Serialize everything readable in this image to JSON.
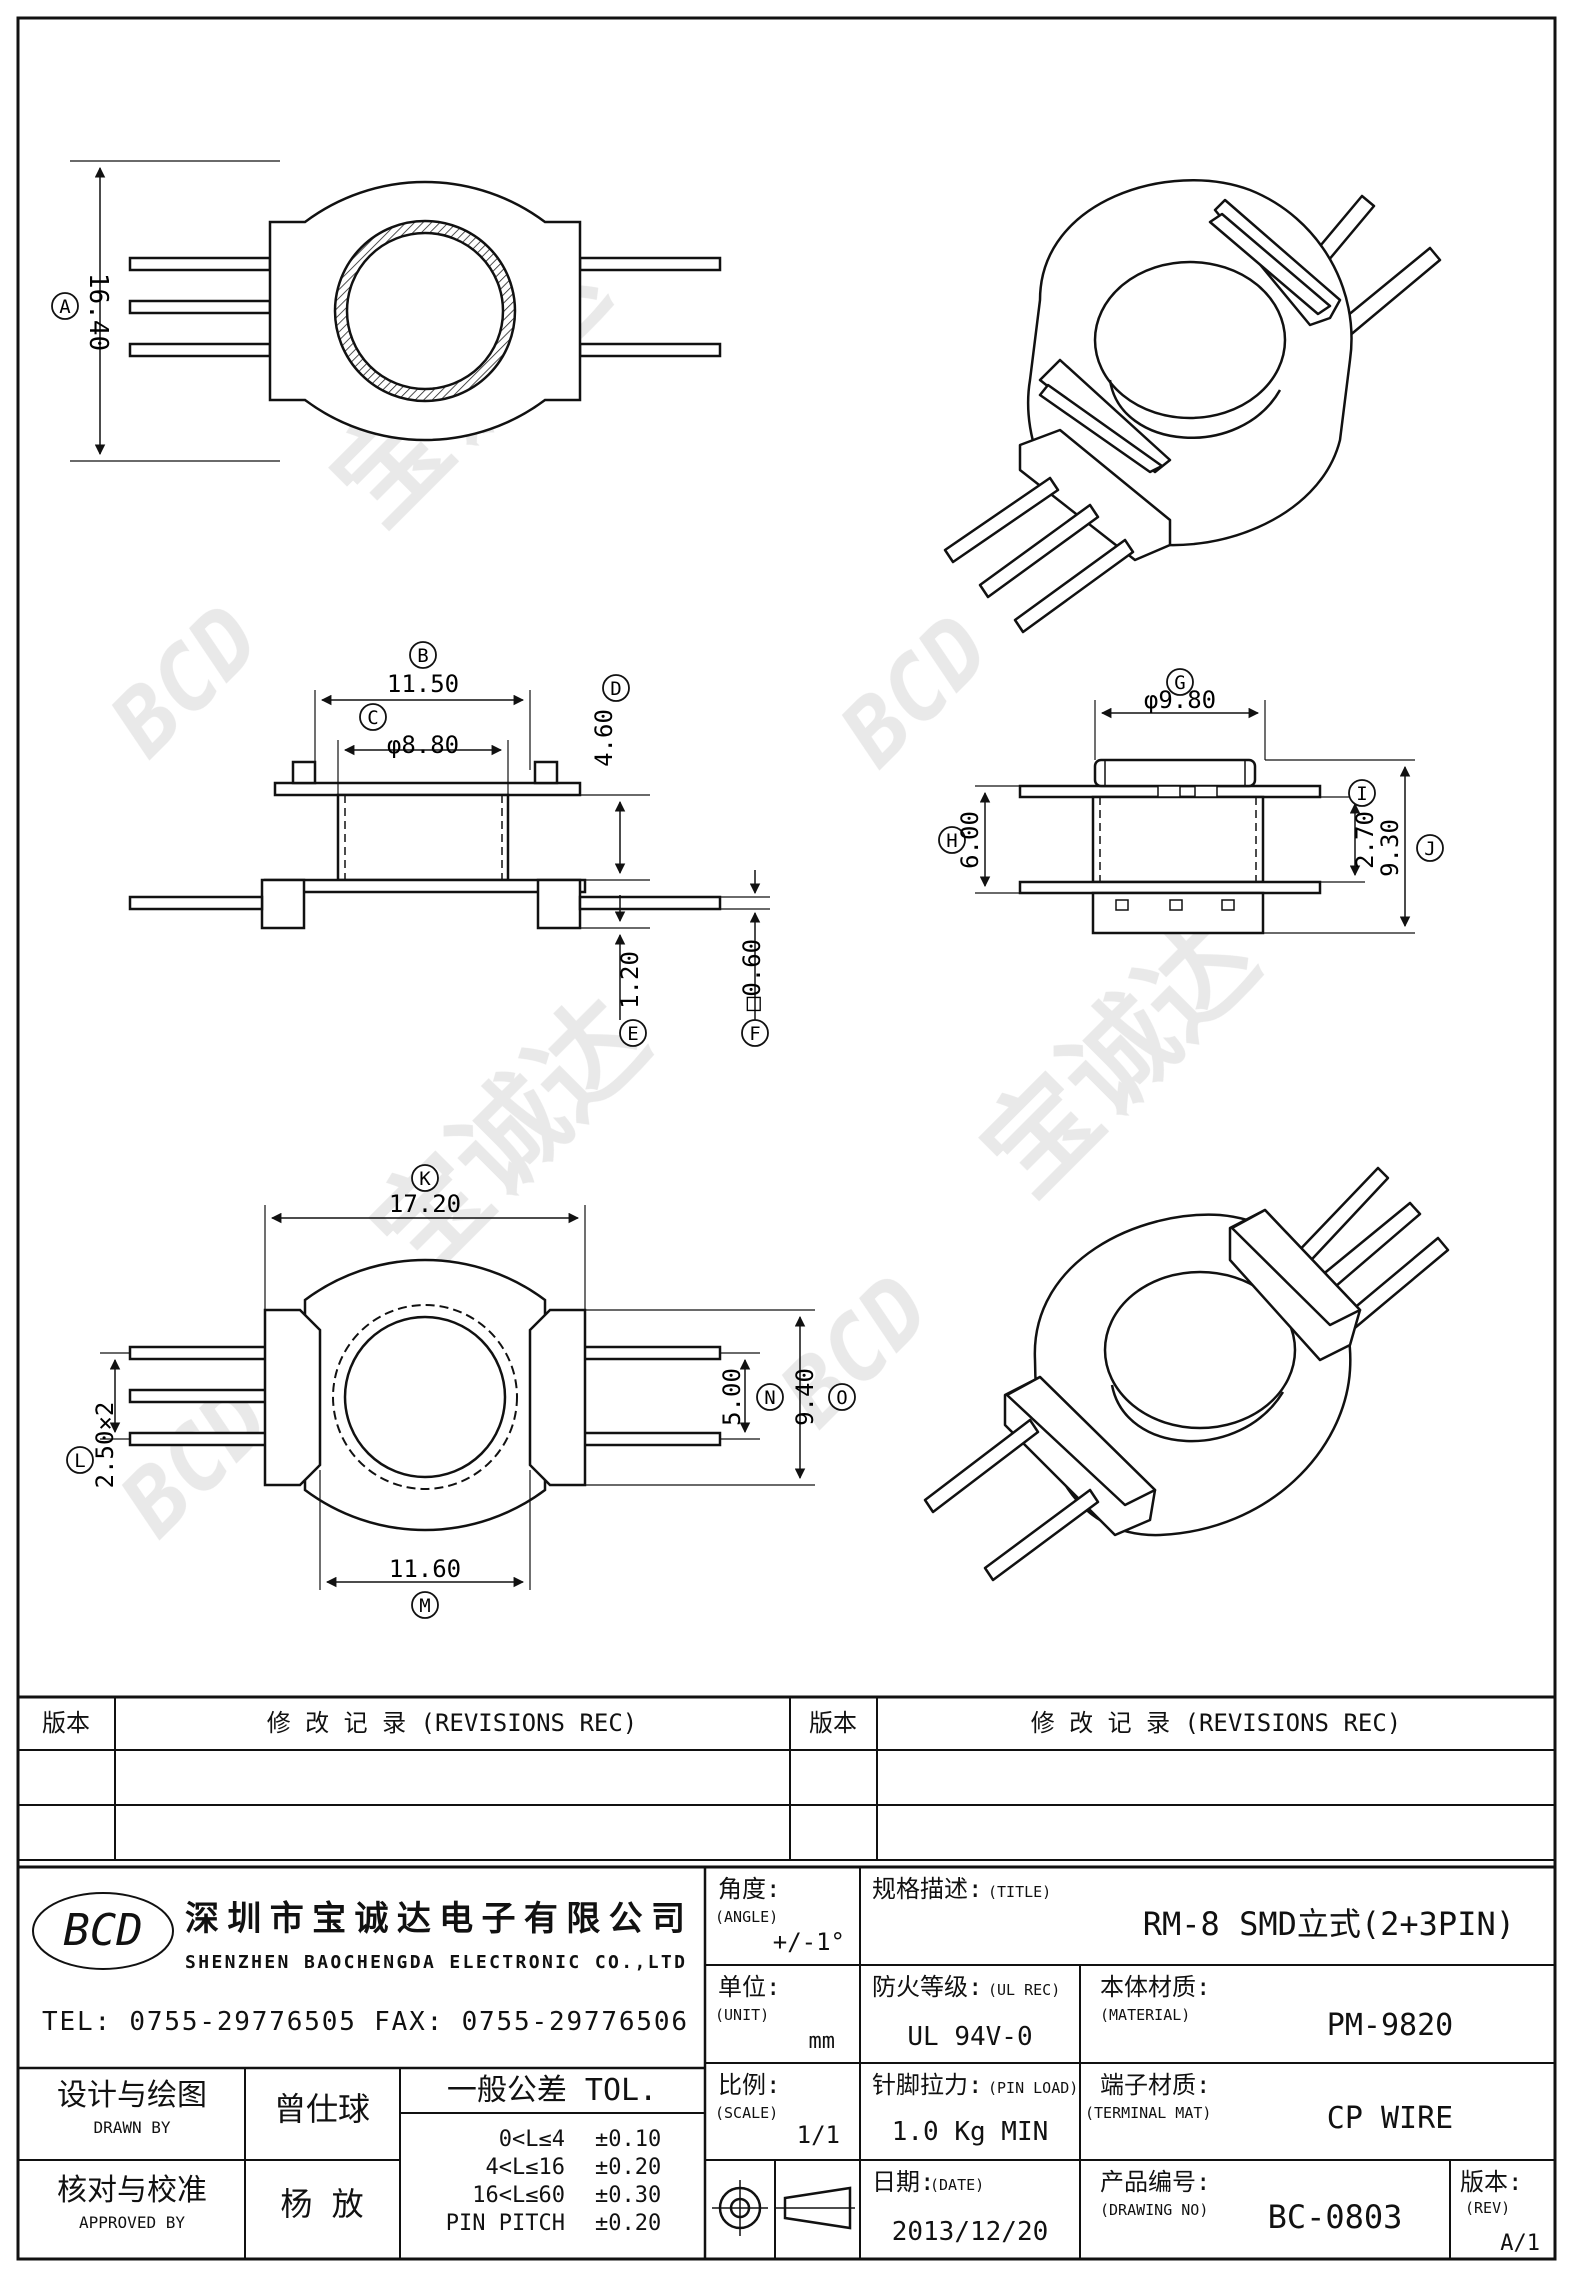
{
  "dims": {
    "A": {
      "label": "A",
      "value": "16.40"
    },
    "B": {
      "label": "B",
      "value": "11.50"
    },
    "C": {
      "label": "C",
      "value": "φ8.80"
    },
    "D": {
      "label": "D",
      "value": "4.60"
    },
    "E": {
      "label": "E",
      "value": "1.20"
    },
    "F": {
      "label": "F",
      "value": "□0.60"
    },
    "G": {
      "label": "G",
      "value": "φ9.80"
    },
    "H": {
      "label": "H",
      "value": "6.00"
    },
    "I": {
      "label": "I",
      "value": "2.70"
    },
    "J": {
      "label": "J",
      "value": "9.30"
    },
    "K": {
      "label": "K",
      "value": "17.20"
    },
    "L": {
      "label": "L",
      "value": "2.50×2"
    },
    "M": {
      "label": "M",
      "value": "11.60"
    },
    "N": {
      "label": "N",
      "value": "5.00"
    },
    "O": {
      "label": "O",
      "value": "9.40"
    }
  },
  "watermark": {
    "logo": "BCD",
    "chars": "宝诚达"
  },
  "revisions": {
    "rev_label": "版本",
    "rec_label": "修 改 记 录 (REVISIONS REC)"
  },
  "company": {
    "logo": "BCD",
    "name_cn": "深圳市宝诚达电子有限公司",
    "name_en": "SHENZHEN BAOCHENGDA ELECTRONIC CO.,LTD",
    "contact": "TEL: 0755-29776505  FAX: 0755-29776506"
  },
  "titleblock": {
    "angle_label": "角度:",
    "angle_sub": "(ANGLE)",
    "angle_value": "+/-1°",
    "unit_label": "单位:",
    "unit_sub": "(UNIT)",
    "unit_value": "mm",
    "scale_label": "比例:",
    "scale_sub": "(SCALE)",
    "scale_value": "1/1",
    "title_label": "规格描述:",
    "title_sub": "(TITLE)",
    "title_value": "RM-8 SMD立式(2+3PIN)",
    "ul_label": "防火等级:",
    "ul_sub": "(UL REC)",
    "ul_value": "UL 94V-0",
    "material_label": "本体材质:",
    "material_sub": "(MATERIAL)",
    "material_value": "PM-9820",
    "pinload_label": "针脚拉力:",
    "pinload_sub": "(PIN LOAD)",
    "pinload_value": "1.0 Kg MIN",
    "terminal_label": "端子材质:",
    "terminal_sub": "(TERMINAL MAT)",
    "terminal_value": "CP WIRE",
    "date_label": "日期:",
    "date_sub": "(DATE)",
    "date_value": "2013/12/20",
    "drawing_label": "产品编号:",
    "drawing_sub": "(DRAWING NO)",
    "drawing_value": "BC-0803",
    "rev_label": "版本:",
    "rev_sub": "(REV)",
    "rev_value": "A/1",
    "drawn_label": "设计与绘图",
    "drawn_sub": "DRAWN BY",
    "drawn_name": "曾仕球",
    "approved_label": "核对与校准",
    "approved_sub": "APPROVED BY",
    "approved_name": "杨  放",
    "tol_title": "一般公差 TOL.",
    "tol": [
      {
        "range": "0<L≤4",
        "value": "±0.10"
      },
      {
        "range": "4<L≤16",
        "value": "±0.20"
      },
      {
        "range": "16<L≤60",
        "value": "±0.30"
      },
      {
        "range": "PIN PITCH",
        "value": "±0.20"
      }
    ]
  }
}
